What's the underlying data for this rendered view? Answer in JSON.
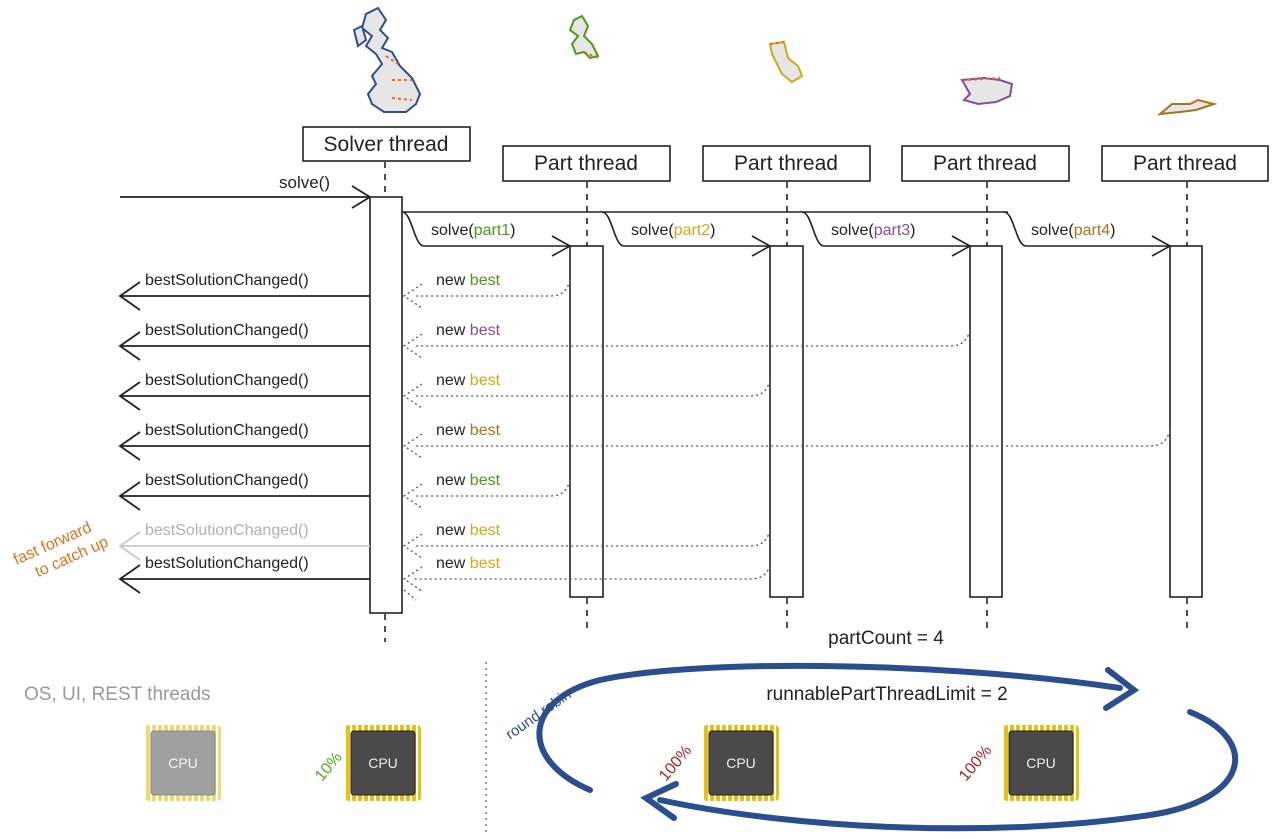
{
  "solver": {
    "label": "Solver thread",
    "call": "solve()"
  },
  "part_threads": [
    {
      "label": "Part thread",
      "call_prefix": "solve(",
      "part": "part1",
      "call_suffix": ")",
      "color": "#4c9a1a"
    },
    {
      "label": "Part thread",
      "call_prefix": "solve(",
      "part": "part2",
      "call_suffix": ")",
      "color": "#d2a915"
    },
    {
      "label": "Part thread",
      "call_prefix": "solve(",
      "part": "part3",
      "call_suffix": ")",
      "color": "#8a4a9a"
    },
    {
      "label": "Part thread",
      "call_prefix": "solve(",
      "part": "part4",
      "call_suffix": ")",
      "color": "#a8741a"
    }
  ],
  "events": [
    {
      "callback": "bestSolutionChanged()",
      "prefix": "new ",
      "word": "best",
      "color": "#4c9a1a",
      "faded": false
    },
    {
      "callback": "bestSolutionChanged()",
      "prefix": "new ",
      "word": "best",
      "color": "#8a4a9a",
      "faded": false
    },
    {
      "callback": "bestSolutionChanged()",
      "prefix": "new ",
      "word": "best",
      "color": "#d2a915",
      "faded": false
    },
    {
      "callback": "bestSolutionChanged()",
      "prefix": "new ",
      "word": "best",
      "color": "#a8741a",
      "faded": false
    },
    {
      "callback": "bestSolutionChanged()",
      "prefix": "new ",
      "word": "best",
      "color": "#4c9a1a",
      "faded": false
    },
    {
      "callback": "bestSolutionChanged()",
      "prefix": "new ",
      "word": "best",
      "color": "#d2a915",
      "faded": true
    },
    {
      "callback": "bestSolutionChanged()",
      "prefix": "new ",
      "word": "best",
      "color": "#d2a915",
      "faded": false
    }
  ],
  "fast_forward": {
    "line1": "fast forward",
    "line2": "to catch up",
    "color": "#e07020"
  },
  "bottom": {
    "part_count": "partCount = 4",
    "limit": "runnablePartThreadLimit = 2",
    "round_robin": "round robin",
    "other_threads": "OS, UI, REST threads",
    "cpu_label": "CPU",
    "pct_low": "10%",
    "pct_full_1": "100%",
    "pct_full_2": "100%"
  },
  "colors": {
    "cycle_blue": "#2a4e8e",
    "uk_blue": "#2a4e8e",
    "pct_low": "#4cae1a",
    "pct_full": "#b02020",
    "faded_text": "#b0b0b0"
  }
}
